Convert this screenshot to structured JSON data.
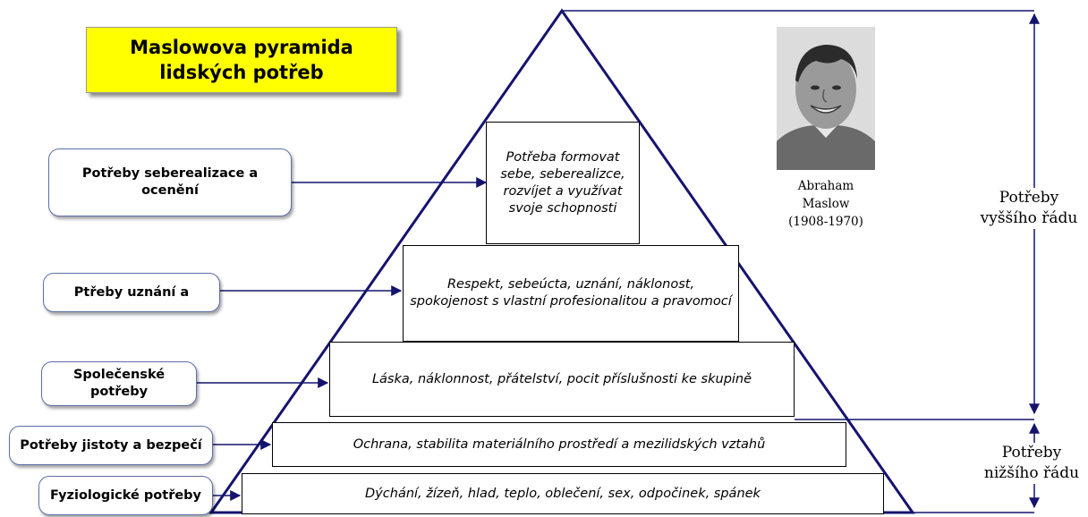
{
  "title": {
    "line1": "Maslowova pyramida",
    "line2": "lidských potřeb",
    "color": "#ffff00"
  },
  "pyramid_levels": [
    {
      "text": "Potřeba formovat sebe, seberealizce, rozvíjet a využívat svoje schopnosti"
    },
    {
      "text": "Respekt, sebeúcta, uznání, náklonost, spokojenost s vlastní profesionalitou a pravomocí"
    },
    {
      "text": "Láska, náklonnost, přátelství, pocit příslušnosti ke skupině"
    },
    {
      "text": "Ochrana, stabilita materiálního prostředí a mezilidských vztahů"
    },
    {
      "text": "Dýchání, žízeň, hlad, teplo, oblečení, sex, odpočinek, spánek"
    }
  ],
  "side_labels": [
    {
      "text": "Potřeby seberealizace a ocenění"
    },
    {
      "text": "Ptřeby uznání a"
    },
    {
      "text": "Společenské potřeby"
    },
    {
      "text": "Potřeby jistoty a bezpečí"
    },
    {
      "text": "Fyziologické potřeby"
    }
  ],
  "photo": {
    "icon": "portrait-photo",
    "caption_name1": "Abraham",
    "caption_name2": "Maslow",
    "caption_years": "(1908-1970)"
  },
  "ranges": {
    "higher_line1": "Potřeby",
    "higher_line2": "vyššího řádu",
    "lower_line1": "Potřeby",
    "lower_line2": "nižšího řádu"
  },
  "colors": {
    "pyramid_outline": "#14146e",
    "arrow": "#14146e"
  }
}
